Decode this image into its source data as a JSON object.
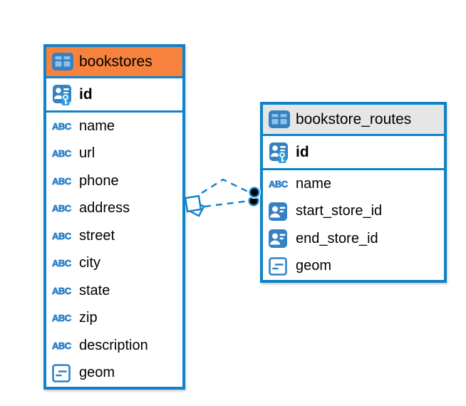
{
  "diagram": {
    "colors": {
      "accent_blue": "#1082C8",
      "icon_blue": "#3581C1",
      "icon_cell_light_blue": "#8FC0E8",
      "key_patch_blue": "#2E9BD6",
      "header_orange": "#F6823E",
      "header_gray": "#E6E6E6",
      "text": "#000000"
    },
    "tables": [
      {
        "name": "bookstores",
        "header_style": "orange",
        "primary_key": {
          "name": "id",
          "type": "primary-key"
        },
        "columns": [
          {
            "name": "name",
            "type": "text"
          },
          {
            "name": "url",
            "type": "text"
          },
          {
            "name": "phone",
            "type": "text"
          },
          {
            "name": "address",
            "type": "text"
          },
          {
            "name": "street",
            "type": "text"
          },
          {
            "name": "city",
            "type": "text"
          },
          {
            "name": "state",
            "type": "text"
          },
          {
            "name": "zip",
            "type": "text"
          },
          {
            "name": "description",
            "type": "text"
          },
          {
            "name": "geom",
            "type": "geometry"
          }
        ]
      },
      {
        "name": "bookstore_routes",
        "header_style": "gray",
        "primary_key": {
          "name": "id",
          "type": "primary-key"
        },
        "columns": [
          {
            "name": "name",
            "type": "text"
          },
          {
            "name": "start_store_id",
            "type": "reference"
          },
          {
            "name": "end_store_id",
            "type": "reference"
          },
          {
            "name": "geom",
            "type": "geometry"
          }
        ]
      }
    ],
    "relationship": {
      "style": "dashed",
      "line_count": 2,
      "between": [
        "bookstores",
        "bookstore_routes"
      ]
    },
    "icons": {
      "text": "ABC",
      "reference": "person-card-icon",
      "geometry": "rect-lines-icon",
      "primary_key": "person-card-key-icon",
      "table": "table-grid-icon"
    }
  }
}
